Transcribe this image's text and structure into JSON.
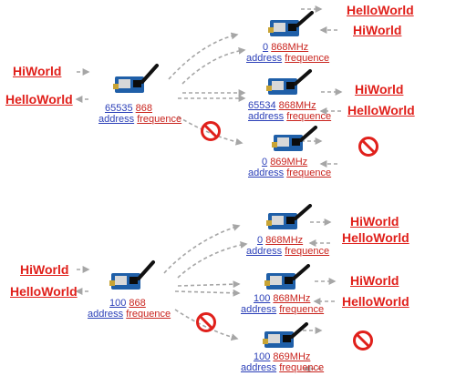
{
  "diagram1": {
    "sender": {
      "messages": [
        "HiWorld",
        "HelloWorld"
      ],
      "address": "65535",
      "frequency": "868",
      "address_label": "address",
      "frequency_label": "frequence"
    },
    "receivers": [
      {
        "address": "0",
        "frequency": "868MHz",
        "address_label": "address",
        "frequency_label": "frequence",
        "messages": [
          "HelloWorld",
          "HiWorld"
        ],
        "blocked": false
      },
      {
        "address": "65534",
        "frequency": "868MHz",
        "address_label": "address",
        "frequency_label": "frequence",
        "messages": [
          "HiWorld",
          "HelloWorld"
        ],
        "blocked": false
      },
      {
        "address": "0",
        "frequency": "869MHz",
        "address_label": "address",
        "frequency_label": "frequence",
        "messages": [],
        "blocked": true
      }
    ]
  },
  "diagram2": {
    "sender": {
      "messages": [
        "HiWorld",
        "HelloWorld"
      ],
      "address": "100",
      "frequency": "868",
      "address_label": "address",
      "frequency_label": "frequence"
    },
    "receivers": [
      {
        "address": "0",
        "frequency": "868MHz",
        "address_label": "address",
        "frequency_label": "frequence",
        "messages": [
          "HiWorld",
          "HelloWorld"
        ],
        "blocked": false
      },
      {
        "address": "100",
        "frequency": "868MHz",
        "address_label": "address",
        "frequency_label": "frequence",
        "messages": [
          "HiWorld",
          "HelloWorld"
        ],
        "blocked": false
      },
      {
        "address": "100",
        "frequency": "869MHz",
        "address_label": "address",
        "frequency_label": "frequence",
        "messages": [],
        "blocked": true
      }
    ]
  },
  "colors": {
    "message": "#e0201b",
    "address": "#2b3fb8",
    "frequency": "#c9231d",
    "arrow": "#a6a6a6",
    "blocked": "#e0201b"
  }
}
